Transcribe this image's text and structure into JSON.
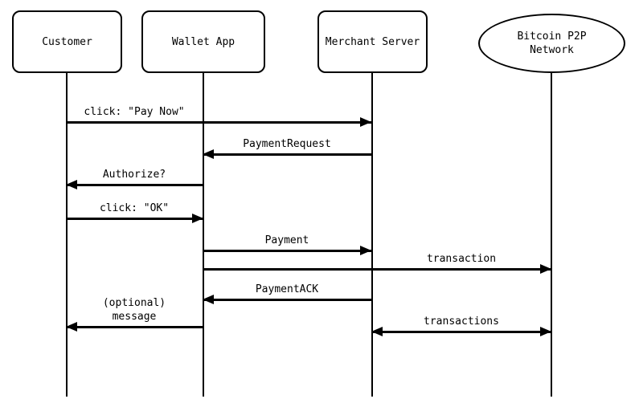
{
  "diagram": {
    "type": "sequence-diagram",
    "subject": "Bitcoin payment protocol message flow",
    "colors": {
      "background": "#ffffff",
      "line": "#000000",
      "shape_fill": "#ffffff",
      "text": "#000000"
    },
    "participants": [
      {
        "label": "Customer",
        "shape": "rounded-rect"
      },
      {
        "label": "Wallet App",
        "shape": "rounded-rect"
      },
      {
        "label": "Merchant Server",
        "shape": "rounded-rect"
      },
      {
        "label_line1": "Bitcoin P2P",
        "label_line2": "Network",
        "shape": "ellipse"
      }
    ],
    "messages": [
      {
        "label": "click: \"Pay Now\"",
        "from": "Customer",
        "to": "Merchant Server",
        "arrow": "right"
      },
      {
        "label": "PaymentRequest",
        "from": "Merchant Server",
        "to": "Wallet App",
        "arrow": "left"
      },
      {
        "label": "Authorize?",
        "from": "Wallet App",
        "to": "Customer",
        "arrow": "left"
      },
      {
        "label": "click: \"OK\"",
        "from": "Customer",
        "to": "Wallet App",
        "arrow": "right"
      },
      {
        "label": "Payment",
        "from": "Wallet App",
        "to": "Merchant Server",
        "arrow": "right"
      },
      {
        "label": "transaction",
        "from": "Wallet App",
        "to": "Bitcoin P2P Network",
        "arrow": "right"
      },
      {
        "label": "PaymentACK",
        "from": "Merchant Server",
        "to": "Wallet App",
        "arrow": "left"
      },
      {
        "label_line1": "(optional)",
        "label_line2": "message",
        "from": "Wallet App",
        "to": "Customer",
        "arrow": "left"
      },
      {
        "label": "transactions",
        "from": "Merchant Server",
        "to": "Bitcoin P2P Network",
        "arrow": "both"
      }
    ]
  }
}
